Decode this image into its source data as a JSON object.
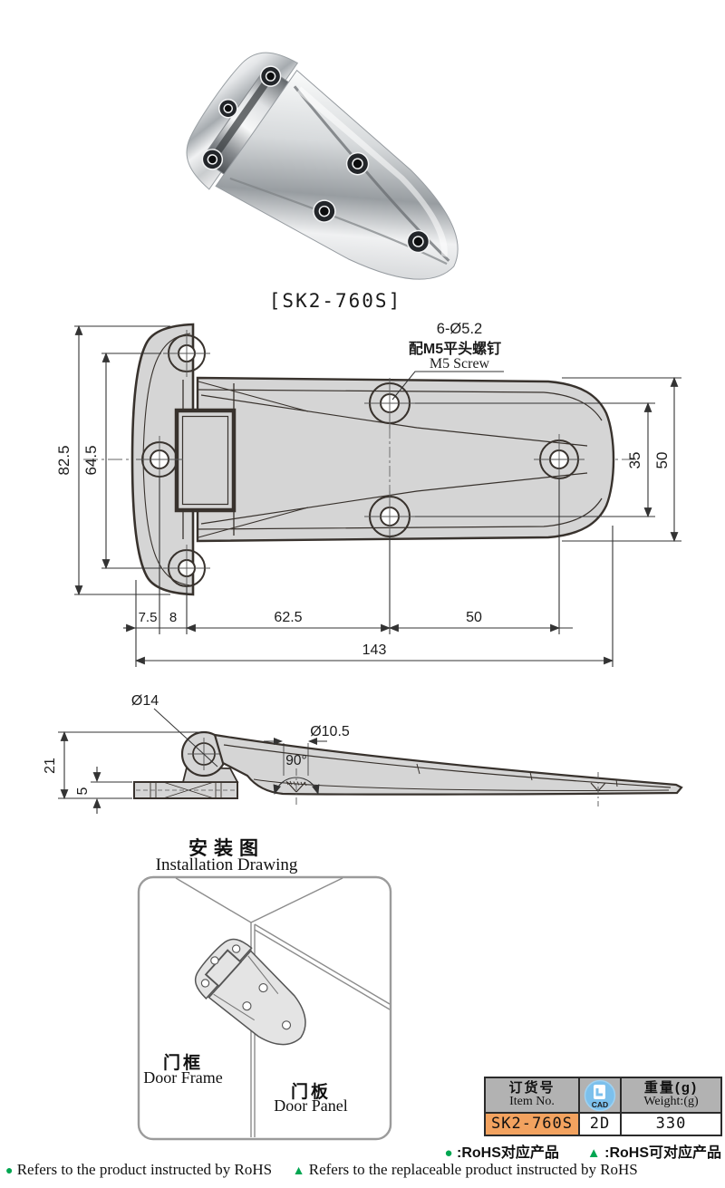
{
  "product": {
    "model_label": "[SK2-760S]"
  },
  "plan_view": {
    "screw_note": {
      "line1": "6-Ø5.2",
      "line2": "配M5平头螺钉",
      "line3": "M5 Screw"
    },
    "dims": {
      "left_overall": "82.5",
      "left_holes": "64.5",
      "right_holes": "35",
      "right_overall": "50",
      "seg1": "7.5",
      "seg2": "8",
      "seg3": "62.5",
      "seg4": "50",
      "overall_length": "143"
    }
  },
  "side_view": {
    "dims": {
      "knuckle_dia": "Ø14",
      "height": "21",
      "plate_thickness": "5",
      "countersink_dia": "Ø10.5",
      "countersink_angle": "90°"
    }
  },
  "installation": {
    "title_zh": "安装图",
    "title_en": "Installation Drawing",
    "door_frame_zh": "门框",
    "door_frame_en": "Door Frame",
    "door_panel_zh": "门板",
    "door_panel_en": "Door Panel"
  },
  "spec_table": {
    "col1_zh": "订货号",
    "col1_en": "Item No.",
    "cad_icon_label": "CAD",
    "col3_zh": "重量(g)",
    "col3_en": "Weight:(g)",
    "rows": [
      {
        "item_no": "SK2-760S",
        "cad": "2D",
        "weight": "330"
      }
    ]
  },
  "footer": {
    "dot": "●",
    "triangle": "▲",
    "rohs_dot_zh": ":RoHS对应产品",
    "rohs_tri_zh": ":RoHS可对应产品",
    "rohs_dot_en": "Refers to the product instructed by RoHS",
    "rohs_tri_en": "Refers to the replaceable product instructed by RoHS"
  },
  "colors": {
    "legend_green": "#00a651",
    "item_orange": "#f2a25f",
    "header_gray": "#b2b2b2",
    "cad_blue": "#7cc0ec",
    "drawing_gray": "#d5d5d5",
    "line_color": "#38322d"
  }
}
